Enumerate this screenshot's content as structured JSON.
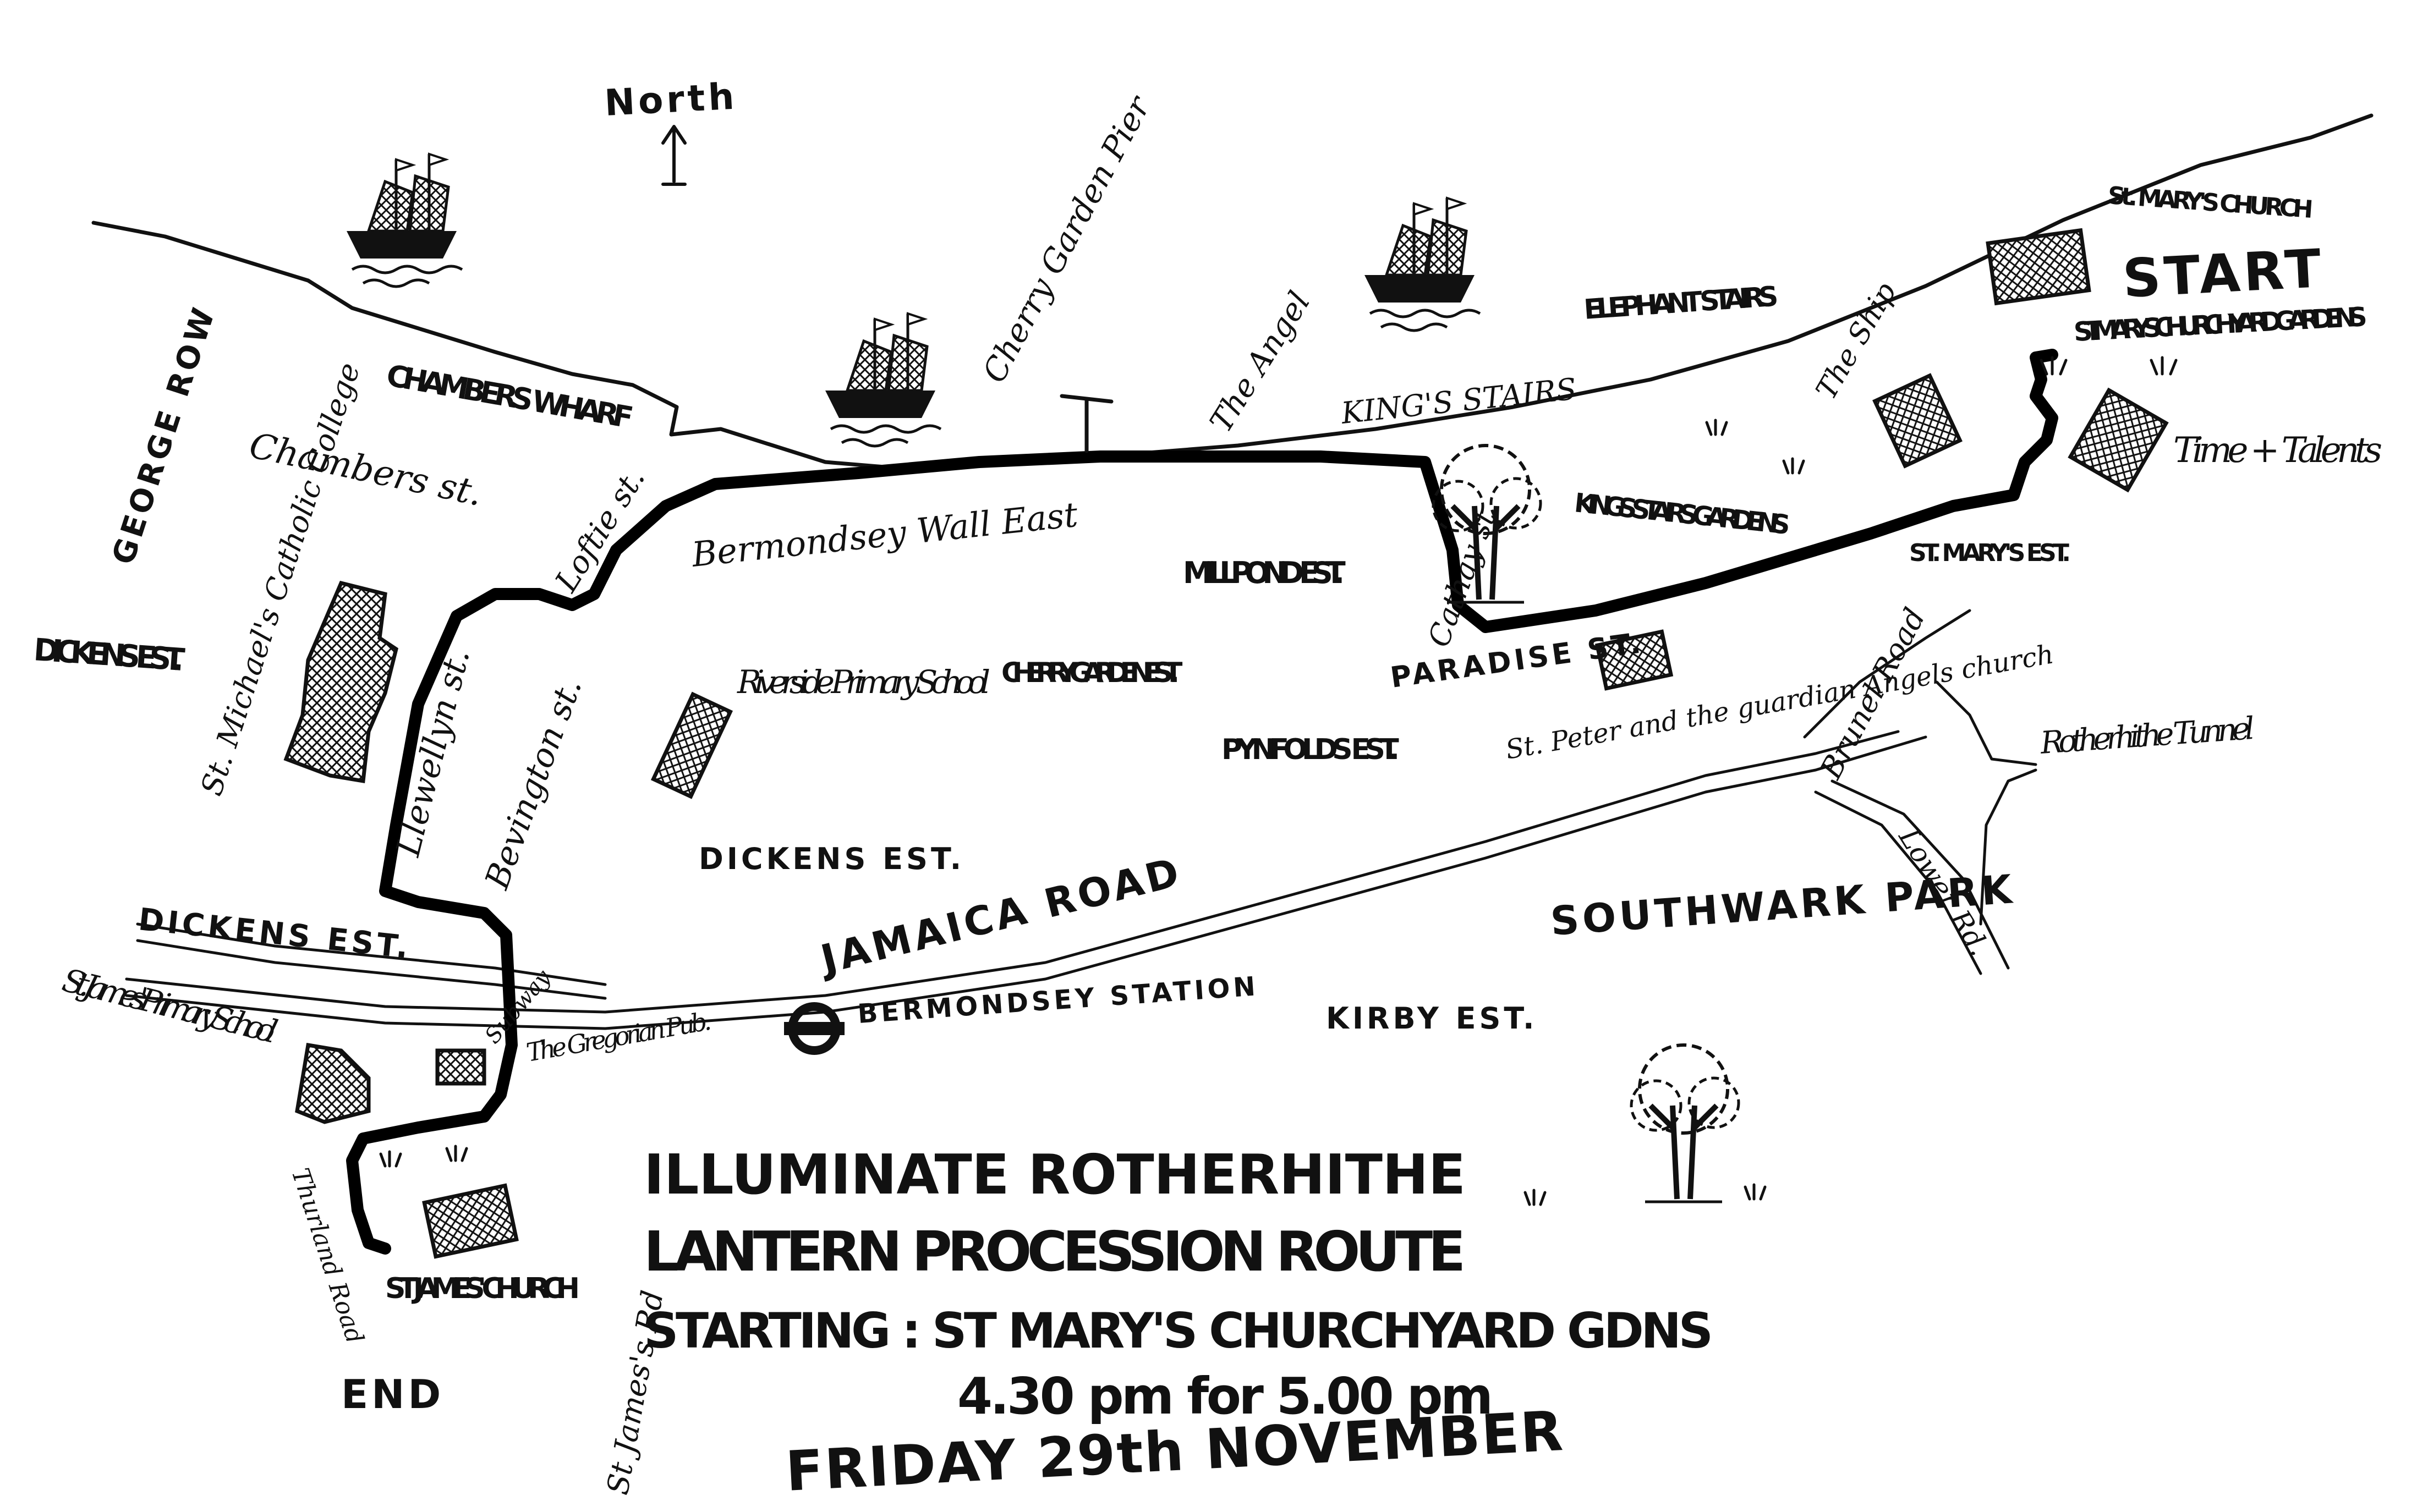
{
  "compass": {
    "label": "North"
  },
  "river_labels": {
    "cherry_garden_pier": "Cherry Garden Pier",
    "the_angel": "The Angel",
    "kings_stairs": "KING'S STAIRS",
    "elephant_stairs": "ELEPHANT STAIRS",
    "chambers_wharf": "CHAMBERS WHARF"
  },
  "streets": {
    "george_row": "GEORGE ROW",
    "chambers_st": "Chambers st.",
    "lottie_st": "Loftie st.",
    "llewellyn_st": "Llewellyn st.",
    "bevington_st": "Bevington st.",
    "bermondsey_wall_east": "Bermondsey Wall East",
    "cathay_st": "Cathay st.",
    "paradise_st": "PARADISE ST.",
    "jamaica_road": "JAMAICA ROAD",
    "brunel_road": "Brunel Road",
    "lower_rd": "Lower Rd.",
    "rotherhithe_tunnel": "Rotherhithe Tunnel",
    "subway": "Subway",
    "st_james_rd": "St James's Rd",
    "thurland_road": "Thurland Road"
  },
  "areas": {
    "dickens_est_west": "DICKENS EST.",
    "dickens_est_road": "DICKENS EST.",
    "dickens_est_centre": "DICKENS EST.",
    "millpond_est": "MILLPOND EST.",
    "cherry_garden_est": "CHERRY GARDEN EST.",
    "pynfolds_est": "PYNFOLDS EST.",
    "st_marys_est": "ST. MARY'S EST.",
    "kirby_est": "KIRBY EST.",
    "southwark_park": "SOUTHWARK PARK",
    "kings_stairs_gardens": "KINGS STAIRS GARDENS"
  },
  "places": {
    "st_michaels": "St. Michael's Catholic College",
    "riverside_primary": "Riverside Primary School",
    "st_peter": "St. Peter and the guardian Angels church",
    "the_ship": "The Ship",
    "st_marys_church": "St. MARY'S CHURCH",
    "time_talents": "Time + Talents",
    "st_marys_churchyard": "ST. MARY'S CHURCHYARD GARDENS",
    "st_james_primary": "St. James' Primary School",
    "gregorian_pub": "The Gregorian Pub.",
    "bermondsey_station": "BERMONDSEY STATION",
    "st_james_church": "ST JAMES' CHURCH"
  },
  "route": {
    "start": "START",
    "end": "END"
  },
  "event": {
    "line1": "ILLUMINATE ROTHERHITHE",
    "line2": "LANTERN PROCESSION ROUTE",
    "line3": "STARTING : ST MARY'S CHURCHYARD GDNS",
    "line4": "4.30 pm for 5.00 pm",
    "line5": "FRIDAY 29th NOVEMBER"
  }
}
